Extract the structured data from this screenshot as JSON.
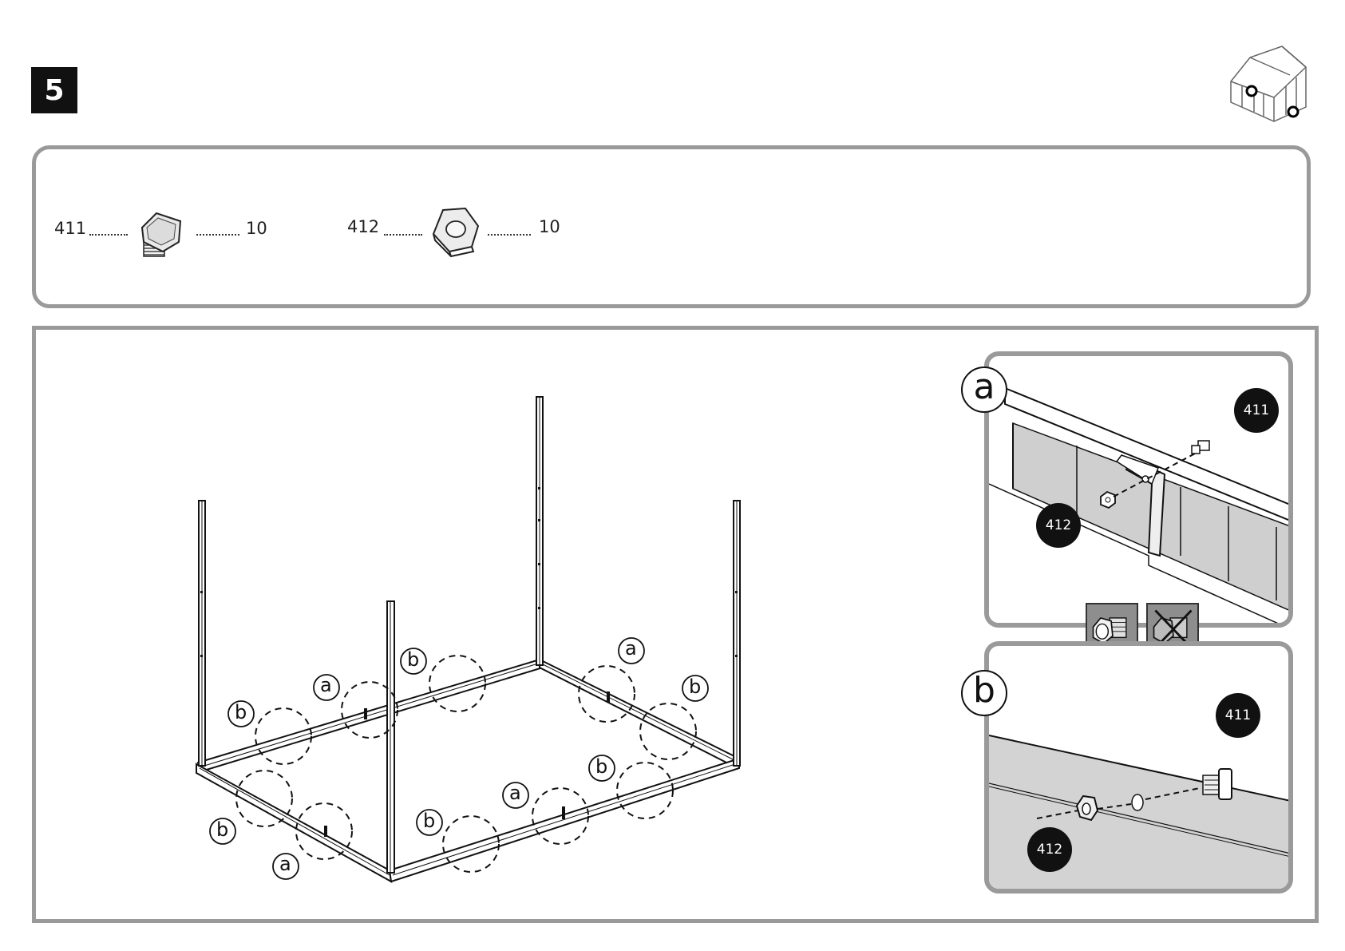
{
  "step": {
    "number": "5"
  },
  "parts": [
    {
      "number": "411",
      "qty": "10",
      "icon": "square-head-bolt-icon"
    },
    {
      "number": "412",
      "qty": "10",
      "icon": "hex-nut-icon"
    }
  ],
  "details": {
    "a": {
      "letter": "a",
      "labels": [
        "411",
        "412"
      ]
    },
    "b": {
      "letter": "b",
      "labels": [
        "411",
        "412"
      ]
    }
  },
  "callouts": {
    "b": "b",
    "a": "a"
  },
  "icons": {
    "greenhouse": "greenhouse-overview-icon",
    "correct": "correct-orientation-icon",
    "incorrect": "incorrect-orientation-icon"
  }
}
